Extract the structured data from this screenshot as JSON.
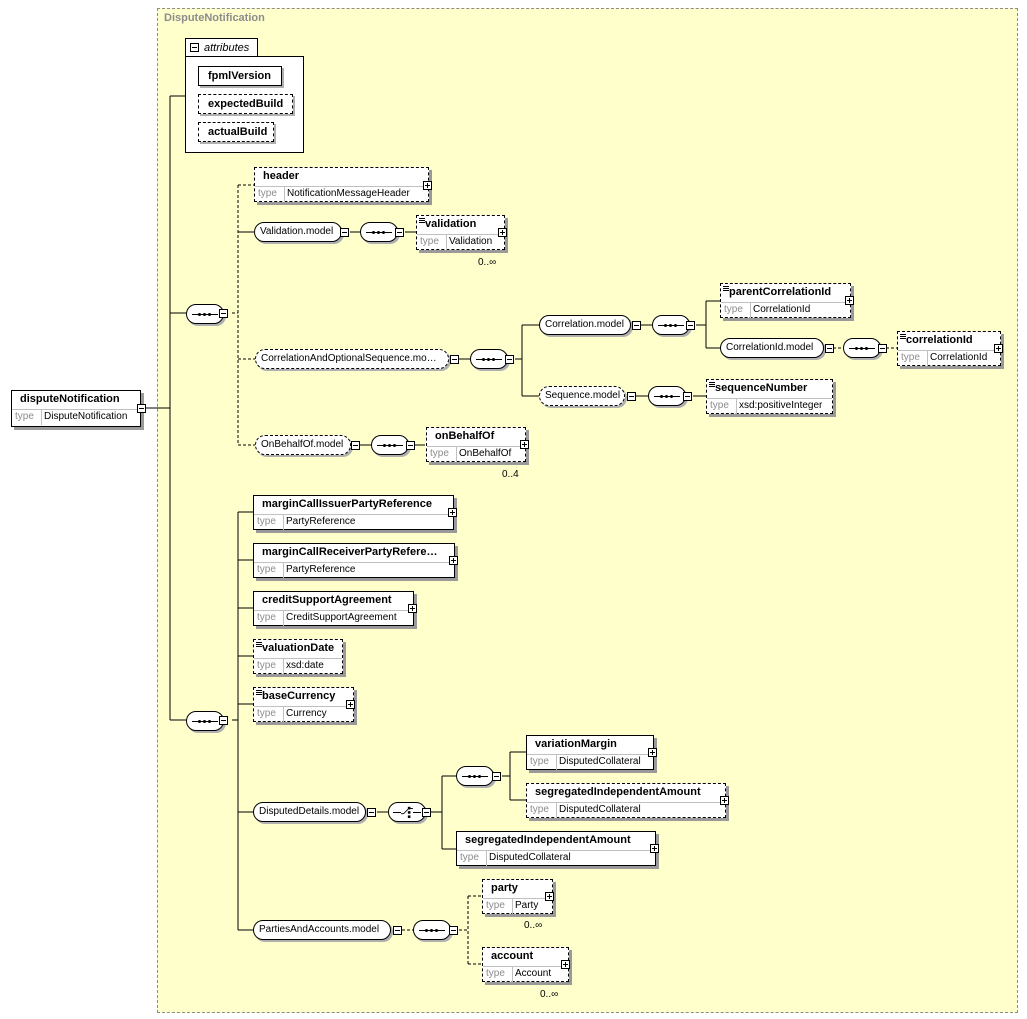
{
  "group_title": "DisputeNotification",
  "attributes_label": "attributes",
  "attributes": [
    "fpmlVersion",
    "expectedBuild",
    "actualBuild"
  ],
  "type_label": "type",
  "root": {
    "name": "disputeNotification",
    "type": "DisputeNotification"
  },
  "elements": {
    "header": {
      "name": "header",
      "type": "NotificationMessageHeader"
    },
    "validation": {
      "name": "validation",
      "type": "Validation",
      "card": "0..∞"
    },
    "parentCorrelationId": {
      "name": "parentCorrelationId",
      "type": "CorrelationId"
    },
    "correlationId": {
      "name": "correlationId",
      "type": "CorrelationId"
    },
    "sequenceNumber": {
      "name": "sequenceNumber",
      "type": "xsd:positiveInteger"
    },
    "onBehalfOf": {
      "name": "onBehalfOf",
      "type": "OnBehalfOf",
      "card": "0..4"
    },
    "marginCallIssuerPartyReference": {
      "name": "marginCallIssuerPartyReference",
      "type": "PartyReference"
    },
    "marginCallReceiverPartyReference": {
      "name": "marginCallReceiverPartyRefere…",
      "type": "PartyReference"
    },
    "creditSupportAgreement": {
      "name": "creditSupportAgreement",
      "type": "CreditSupportAgreement"
    },
    "valuationDate": {
      "name": "valuationDate",
      "type": "xsd:date"
    },
    "baseCurrency": {
      "name": "baseCurrency",
      "type": "Currency"
    },
    "variationMargin": {
      "name": "variationMargin",
      "type": "DisputedCollateral"
    },
    "segregatedIndependentAmount1": {
      "name": "segregatedIndependentAmount",
      "type": "DisputedCollateral"
    },
    "segregatedIndependentAmount2": {
      "name": "segregatedIndependentAmount",
      "type": "DisputedCollateral"
    },
    "party": {
      "name": "party",
      "type": "Party",
      "card": "0..∞"
    },
    "account": {
      "name": "account",
      "type": "Account",
      "card": "0..∞"
    }
  },
  "groups": {
    "validationModel": "Validation.model",
    "correlationAndOptionalSequenceModel": "CorrelationAndOptionalSequence.mo…",
    "correlationModel": "Correlation.model",
    "correlationIdModel": "CorrelationId.model",
    "sequenceModel": "Sequence.model",
    "onBehalfOfModel": "OnBehalfOf.model",
    "disputedDetailsModel": "DisputedDetails.model",
    "partiesAndAccountsModel": "PartiesAndAccounts.model"
  }
}
